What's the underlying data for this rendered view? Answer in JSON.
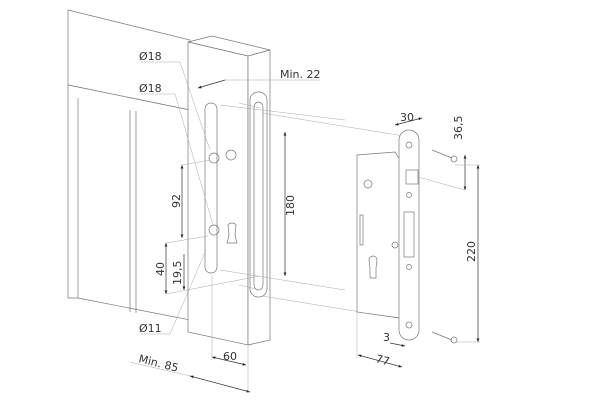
{
  "diagram": {
    "type": "installation-dimension-drawing",
    "labels": {
      "hole_dia_top": "Ø18",
      "hole_dia_second": "Ø18",
      "min_22": "Min. 22",
      "dim_92": "92",
      "dim_180": "180",
      "dim_40": "40",
      "dim_19_5": "19,5",
      "hole_dia_11": "Ø11",
      "min_85": "Min. 85",
      "dim_60": "60",
      "dim_30": "30",
      "dim_36_5": "36,5",
      "dim_220": "220",
      "dim_3": "3",
      "dim_77": "77"
    }
  }
}
